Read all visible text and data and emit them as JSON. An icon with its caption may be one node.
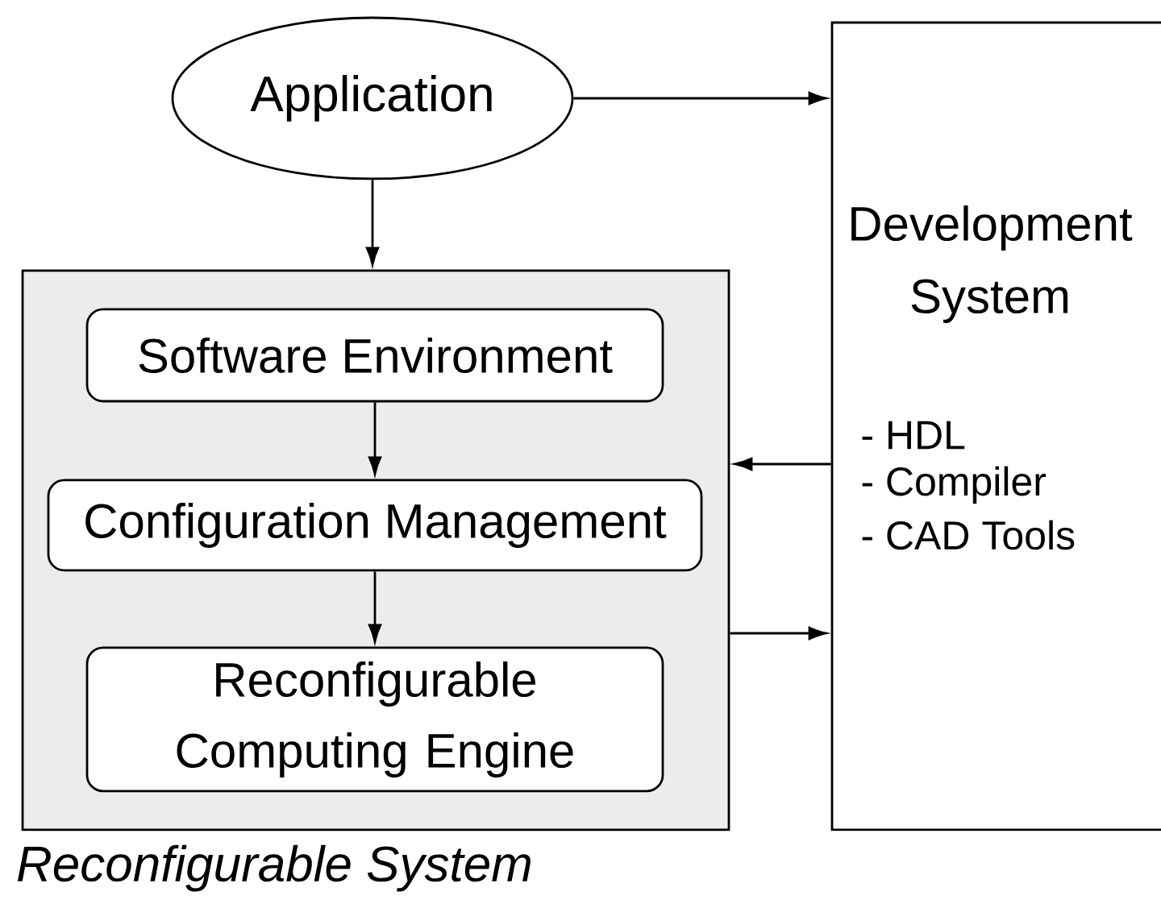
{
  "diagram": {
    "nodes": [
      {
        "text": [
          "Application"
        ]
      },
      {
        "text": [
          "Reconfigurable System"
        ]
      },
      {
        "text": [
          "Software Environment"
        ],
        "in": 1
      },
      {
        "text": [
          "Configuration Management"
        ],
        "in": 1
      },
      {
        "text": [
          "Reconfigurable Computing Engine"
        ],
        "in": 1
      },
      {
        "text": [
          "Development System",
          "- HDL",
          "- Compiler",
          "- CAD Tools"
        ]
      }
    ],
    "edges": [
      {
        "from": 0,
        "to": 5,
        "arrow": "to"
      },
      {
        "from": 0,
        "to": 1,
        "arrow": "to"
      },
      {
        "from": 2,
        "to": 3,
        "arrow": "to"
      },
      {
        "from": 3,
        "to": 4,
        "arrow": "to"
      },
      {
        "from": 5,
        "to": 1,
        "arrow": "to"
      },
      {
        "from": 1,
        "to": 5,
        "arrow": "to"
      }
    ]
  }
}
